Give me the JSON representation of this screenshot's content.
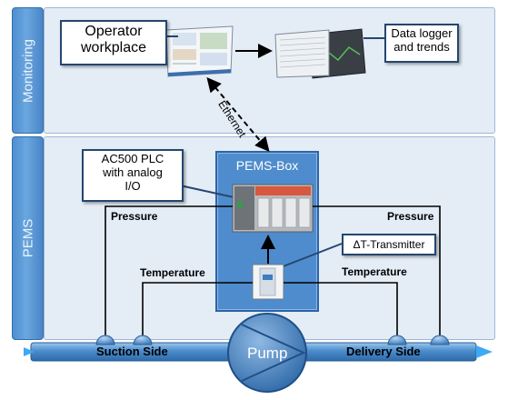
{
  "sections": {
    "monitoring": "Monitoring",
    "pems": "PEMS"
  },
  "callouts": {
    "operator_workplace": [
      "Operator",
      "workplace"
    ],
    "data_logger": [
      "Data logger",
      "and trends"
    ],
    "plc": [
      "AC500 PLC",
      "with analog",
      "I/O"
    ],
    "dt_transmitter": "ΔT-Transmitter"
  },
  "pems_box_title": "PEMS-Box",
  "ethernet_label": "Ethernet",
  "labels": {
    "pressure_left": "Pressure",
    "pressure_right": "Pressure",
    "temperature_left": "Temperature",
    "temperature_right": "Temperature",
    "suction_side": "Suction Side",
    "delivery_side": "Delivery Side",
    "pump": "Pump"
  },
  "colors": {
    "rail_blue": "#4f8fd0",
    "panel_bg": "#e4ecf6",
    "pems_box_blue": "#4f8ccd",
    "pipe_blue": "#3a7dbf",
    "callout_border": "#24466f"
  }
}
